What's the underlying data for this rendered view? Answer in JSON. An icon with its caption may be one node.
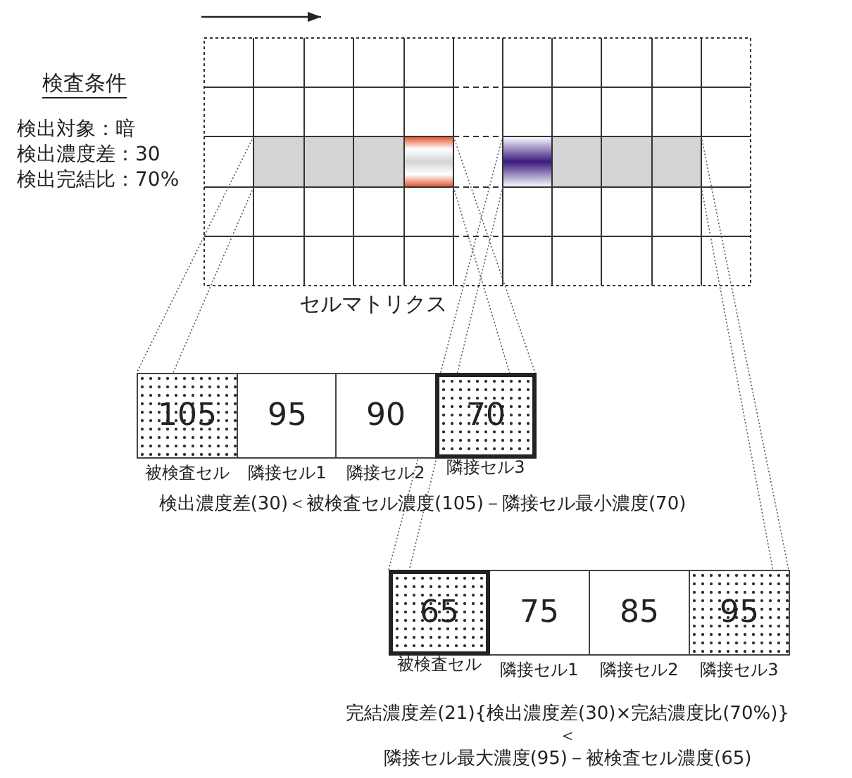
{
  "diagram": {
    "nodes": [
      {
        "text": [
          "105"
        ],
        "beside": [
          "被検査セル"
        ]
      },
      {
        "text": [
          "95"
        ],
        "beside": [
          "隣接セル1"
        ]
      },
      {
        "text": [
          "90"
        ],
        "beside": [
          "隣接セル2"
        ]
      },
      {
        "text": [
          "70"
        ],
        "beside": [
          "隣接セル3"
        ]
      },
      {
        "text": [
          "65"
        ],
        "beside": [
          "被検査セル"
        ]
      },
      {
        "text": [
          "75"
        ],
        "beside": [
          "隣接セル1"
        ]
      },
      {
        "text": [
          "85"
        ],
        "beside": [
          "隣接セル2"
        ]
      },
      {
        "text": [
          "95"
        ],
        "beside": [
          "隣接セル3"
        ]
      }
    ],
    "labels": [
      "検査条件",
      "検出対象：暗",
      "検出濃度差：30",
      "検出完結比：70%",
      "セルマトリクス",
      "検出濃度差(30)＜被検査セル濃度(105)－隣接セル最小濃度(70)",
      "完結濃度差(21){検出濃度差(30)×完結濃度比(70%)}",
      "＜",
      "隣接セル最大濃度(95)－被検査セル濃度(65)"
    ]
  }
}
